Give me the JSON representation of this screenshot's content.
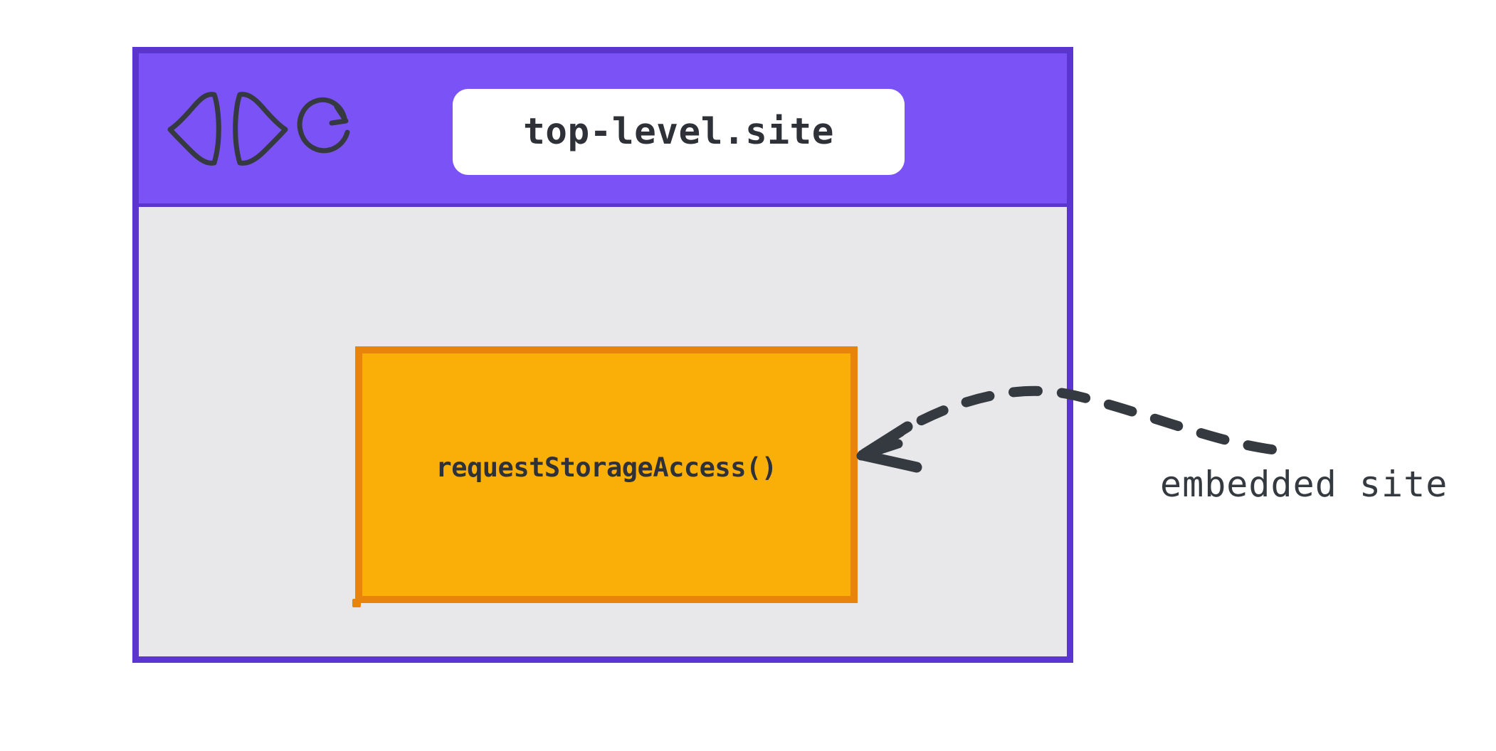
{
  "browser": {
    "toolbar": {
      "back_icon": "back-triangle-icon",
      "forward_icon": "forward-triangle-icon",
      "reload_icon": "reload-circular-arrow-icon",
      "url_value": "top-level.site",
      "url_placeholder": "top-level.site"
    },
    "content": {
      "embedded_frame": {
        "label": "requestStorageAccess()"
      }
    }
  },
  "annotation": {
    "arrow_icon": "dashed-curved-arrow-icon",
    "label": "embedded site"
  },
  "colors": {
    "toolbar_fill": "#7b52f5",
    "toolbar_border": "#5b35d0",
    "content_fill": "#e8e8ea",
    "url_pill_fill": "#ffffff",
    "embed_fill": "#faaf08",
    "embed_border": "#e8830c",
    "ink": "#343a40",
    "text": "#2e3138"
  }
}
